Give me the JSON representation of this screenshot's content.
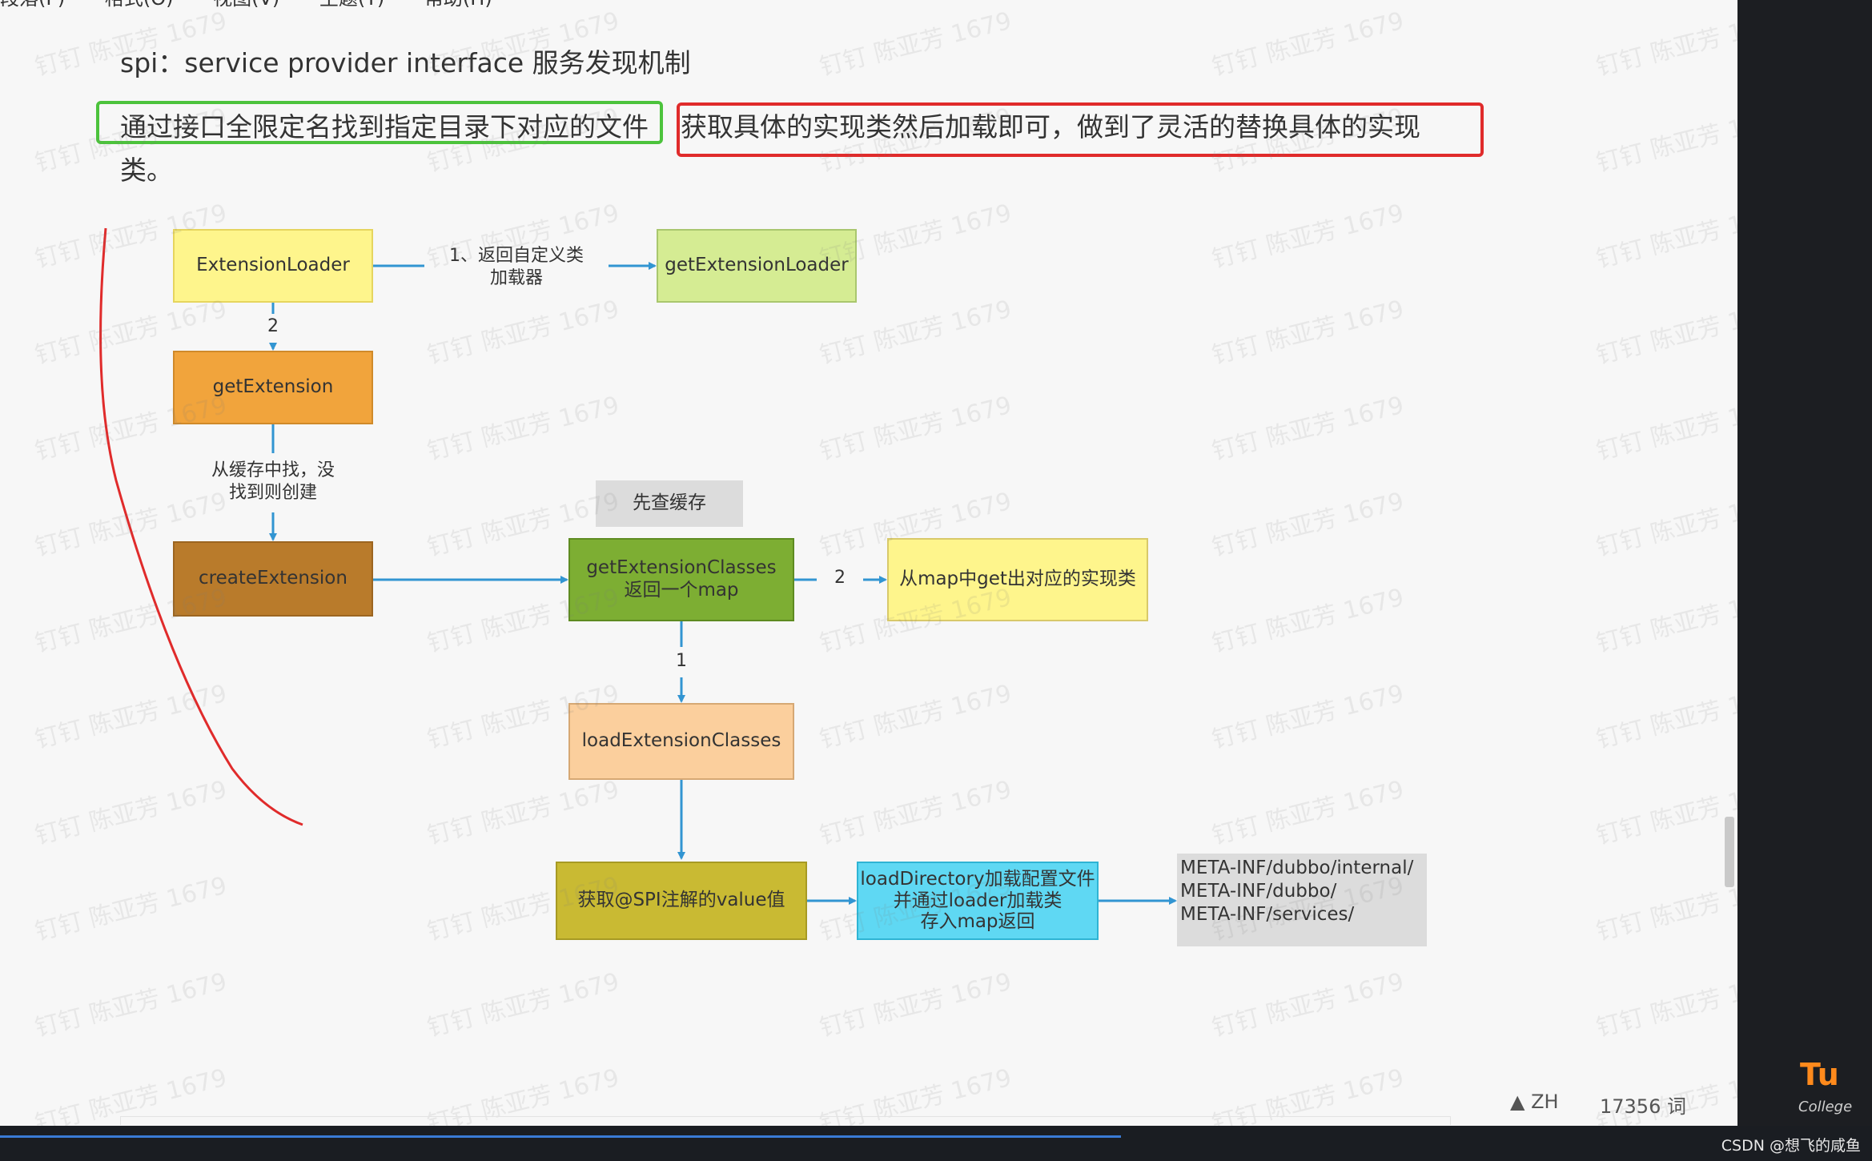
{
  "menu": {
    "items": [
      "段落(P)",
      "格式(O)",
      "视图(V)",
      "主题(T)",
      "帮助(H)"
    ]
  },
  "doc": {
    "line1": "spi：service provider  interface  服务发现机制",
    "line2_a": "通过接口全限定名找到指定目录下对应的文件",
    "line2_b": "获取具体的实现类然后加载即可，做到了灵活的替换具体的实现",
    "line3": "类。"
  },
  "diagram": {
    "nodes": {
      "extension_loader": "ExtensionLoader",
      "get_extension_loader": "getExtensionLoader",
      "get_extension": "getExtension",
      "create_extension": "createExtension",
      "check_cache": "先查缓存",
      "get_extension_classes_1": "getExtensionClasses",
      "get_extension_classes_2": "返回一个map",
      "from_map": "从map中get出对应的实现类",
      "load_extension_classes": "loadExtensionClasses",
      "get_spi_value": "获取@SPI注解的value值",
      "load_directory_1": "loadDirectory加载配置文件",
      "load_directory_2": "并通过loader加载类",
      "load_directory_3": "存入map返回",
      "meta_1": "META-INF/dubbo/internal/",
      "meta_2": "META-INF/dubbo/",
      "meta_3": "META-INF/services/"
    },
    "edges": {
      "e1_line1": "1、返回自定义类",
      "e1_line2": "加载器",
      "e2": "2",
      "e3_line1": "从缓存中找，没",
      "e3_line2": "找到则创建",
      "e4": "2",
      "e5": "1"
    }
  },
  "watermark": "钉钉 陈亚芳 1679",
  "status": {
    "lang": "ZH",
    "word_count": "17356 词"
  },
  "brand": {
    "logo_text": "Tu",
    "sub": "College"
  },
  "footer": {
    "credit": "CSDN @想飞的咸鱼"
  },
  "colors": {
    "yellow": "#fef58c",
    "light_green": "#d5ec93",
    "orange": "#f1a43c",
    "brown": "#b97b2b",
    "green": "#7dae33",
    "peach": "#fbcf9d",
    "olive": "#c9ba33",
    "cyan": "#5fd8f3",
    "gray": "#dcdcdc",
    "arrow": "#3295d2",
    "highlight_green": "#4cc33c",
    "highlight_red": "#e02b2b"
  }
}
